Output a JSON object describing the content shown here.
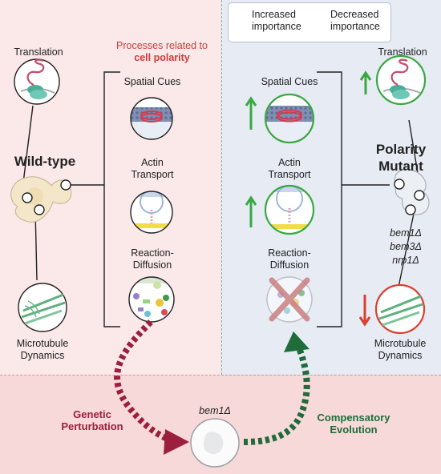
{
  "legend": {
    "increased_1": "Increased",
    "increased_2": "importance",
    "decreased_1": "Decreased",
    "decreased_2": "importance"
  },
  "left": {
    "header_1": "Processes related to",
    "header_2": "cell polarity",
    "translation": "Translation",
    "wild_type": "Wild-type",
    "microtubule_1": "Microtubule",
    "microtubule_2": "Dynamics",
    "spatial_cues": "Spatial Cues",
    "actin_1": "Actin",
    "actin_2": "Transport",
    "reaction_1": "Reaction-",
    "reaction_2": "Diffusion"
  },
  "right": {
    "translation": "Translation",
    "spatial_cues": "Spatial Cues",
    "actin_1": "Actin",
    "actin_2": "Transport",
    "reaction_1": "Reaction-",
    "reaction_2": "Diffusion",
    "polarity_1": "Polarity",
    "polarity_2": "Mutant",
    "gene_1": "bem1Δ",
    "gene_2": "bem3Δ",
    "gene_3": "nrp1Δ",
    "microtubule_1": "Microtubule",
    "microtubule_2": "Dynamics"
  },
  "bottom": {
    "genetic_1": "Genetic",
    "genetic_2": "Perturbation",
    "bem1": "bem1Δ",
    "compensatory_1": "Compensatory",
    "compensatory_2": "Evolution"
  },
  "colors": {
    "increase": "#3aa843",
    "decrease": "#d9402f",
    "perturbation": "#9c1f3d",
    "evolution": "#1f6b3a"
  }
}
